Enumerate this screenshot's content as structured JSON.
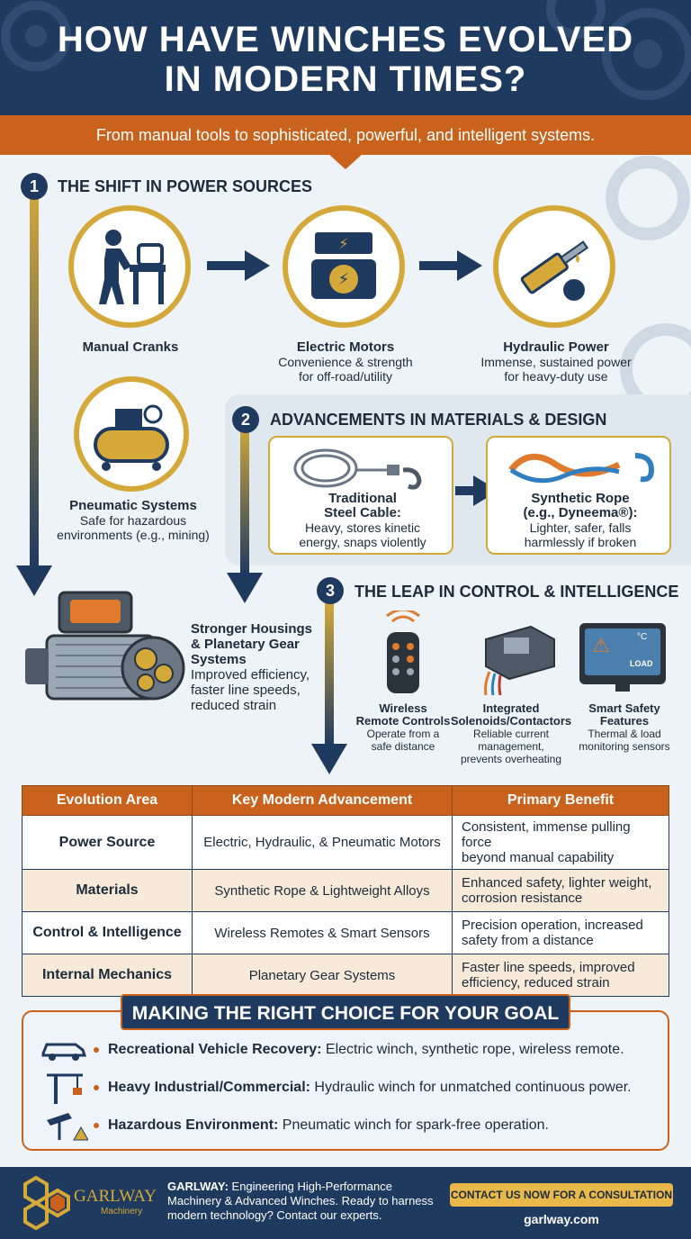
{
  "header": {
    "title_line1": "HOW HAVE WINCHES EVOLVED",
    "title_line2": "IN MODERN TIMES?",
    "subtitle": "From manual tools to sophisticated, powerful, and intelligent systems."
  },
  "sections": {
    "s1": {
      "number": "1",
      "title": "THE SHIFT IN POWER SOURCES"
    },
    "s2": {
      "number": "2",
      "title": "ADVANCEMENTS IN MATERIALS & DESIGN"
    },
    "s3": {
      "number": "3",
      "title": "THE LEAP IN CONTROL & INTELLIGENCE"
    }
  },
  "power": {
    "manual": {
      "title": "Manual Cranks"
    },
    "electric": {
      "title": "Electric Motors",
      "line1": "Convenience & strength",
      "line2": "for off-road/utility"
    },
    "hydraulic": {
      "title": "Hydraulic Power",
      "line1": "Immense, sustained power",
      "line2": "for heavy-duty use"
    },
    "pneumatic": {
      "title": "Pneumatic Systems",
      "line1": "Safe for hazardous",
      "line2": "environments (e.g., mining)"
    }
  },
  "materials": {
    "steel": {
      "title1": "Traditional",
      "title2": "Steel Cable:",
      "line1": "Heavy, stores kinetic",
      "line2": "energy, snaps violently"
    },
    "synthetic": {
      "title1": "Synthetic Rope",
      "title2": "(e.g., Dyneema®):",
      "line1": "Lighter, safer, falls",
      "line2": "harmlessly if broken"
    }
  },
  "gear": {
    "title1": "Stronger Housings",
    "title2": "& Planetary Gear",
    "title3": "Systems",
    "line1": "Improved efficiency,",
    "line2": "faster line speeds,",
    "line3": "reduced strain"
  },
  "control": {
    "remote": {
      "title1": "Wireless",
      "title2": "Remote Controls",
      "line1": "Operate from a",
      "line2": "safe distance"
    },
    "solenoid": {
      "title1": "Integrated",
      "title2": "Solenoids/Contactors",
      "line1": "Reliable current",
      "line2": "management,",
      "line3": "prevents overheating"
    },
    "safety": {
      "title1": "Smart Safety",
      "title2": "Features",
      "line1": "Thermal & load",
      "line2": "monitoring sensors",
      "screen_text": "LOAD",
      "unit_text": "°C"
    }
  },
  "table": {
    "headers": [
      "Evolution Area",
      "Key Modern Advancement",
      "Primary Benefit"
    ],
    "rows": [
      {
        "area": "Power Source",
        "advancement": "Electric, Hydraulic, & Pneumatic Motors",
        "benefit1": "Consistent, immense pulling force",
        "benefit2": "beyond manual capability"
      },
      {
        "area": "Materials",
        "advancement": "Synthetic Rope & Lightweight Alloys",
        "benefit1": "Enhanced safety, lighter weight,",
        "benefit2": "corrosion resistance"
      },
      {
        "area": "Control & Intelligence",
        "advancement": "Wireless Remotes & Smart Sensors",
        "benefit1": "Precision operation, increased",
        "benefit2": "safety from a distance"
      },
      {
        "area": "Internal Mechanics",
        "advancement": "Planetary Gear Systems",
        "benefit1": "Faster line speeds, improved",
        "benefit2": "efficiency, reduced strain"
      }
    ]
  },
  "choice": {
    "title": "MAKING THE RIGHT CHOICE FOR YOUR GOAL",
    "goals": [
      {
        "label": "Recreational Vehicle Recovery:",
        "text": " Electric winch, synthetic rope, wireless remote."
      },
      {
        "label": "Heavy Industrial/Commercial:",
        "text": " Hydraulic winch for unmatched continuous power."
      },
      {
        "label": "Hazardous Environment:",
        "text": " Pneumatic winch for spark-free operation."
      }
    ]
  },
  "footer": {
    "logo_text": "GARLWAY",
    "logo_sub": "Machinery",
    "brand": "GARLWAY:",
    "desc1": " Engineering High-Performance",
    "desc2": "Machinery & Advanced Winches. Ready to harness",
    "desc3": "modern technology? Contact our experts.",
    "cta": "CONTACT US NOW FOR A CONSULTATION",
    "website": "garlway.com"
  },
  "colors": {
    "navy": "#1f3a5f",
    "orange": "#c8621c",
    "gold": "#d4a93a"
  }
}
